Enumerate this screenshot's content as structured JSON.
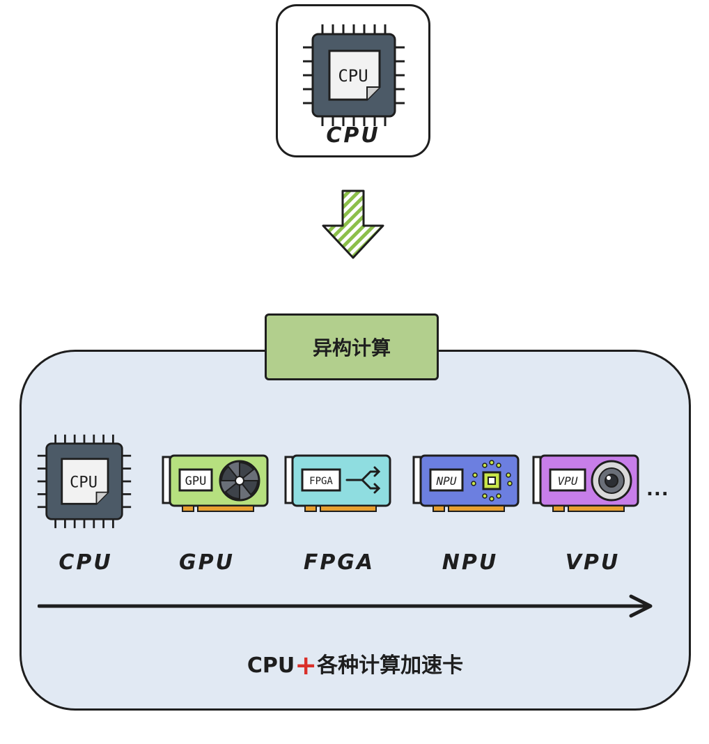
{
  "top": {
    "chip_text": "CPU",
    "label": "CPU"
  },
  "panel": {
    "tag": "异构计算",
    "devices": [
      {
        "chip_text": "CPU",
        "label": "CPU",
        "color": "#4c5a67"
      },
      {
        "chip_text": "GPU",
        "label": "GPU",
        "color": "#b6e07f"
      },
      {
        "chip_text": "FPGA",
        "label": "FPGA",
        "color": "#8fdde0"
      },
      {
        "chip_text": "NPU",
        "label": "NPU",
        "color": "#6c7fe0"
      },
      {
        "chip_text": "VPU",
        "label": "VPU",
        "color": "#c77ee9"
      }
    ],
    "ellipsis": "...",
    "caption_left": "CPU",
    "caption_plus": "+",
    "caption_right": "各种计算加速卡"
  },
  "colors": {
    "panel_bg": "#e1e9f3",
    "tag_bg": "#b2cf8d",
    "arrow_green": "#8cbf4a",
    "chip_body": "#4c5a67",
    "plus_red": "#d9302a"
  }
}
